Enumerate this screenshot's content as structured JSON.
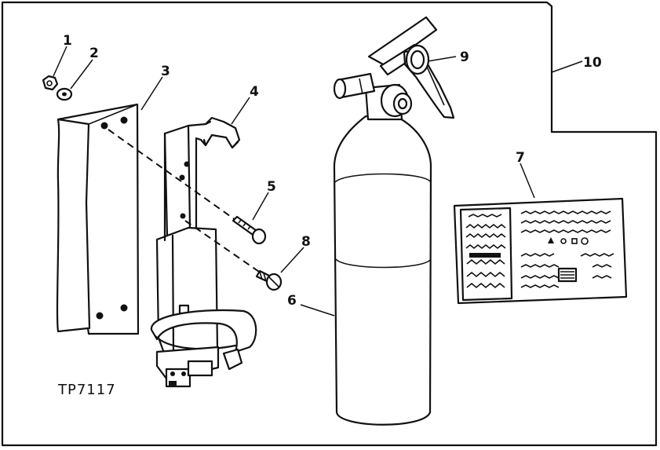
{
  "figure_code": "TP7117",
  "callouts": {
    "c1": "1",
    "c2": "2",
    "c3": "3",
    "c4": "4",
    "c5": "5",
    "c6": "6",
    "c7": "7",
    "c8": "8",
    "c9": "9",
    "c10": "10"
  }
}
